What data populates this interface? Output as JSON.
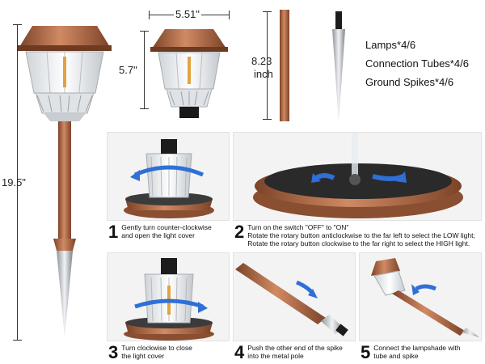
{
  "dimensions": {
    "height_total": "19.5\"",
    "width_head": "5.51\"",
    "height_head": "5.7\"",
    "tube_length": "8.23",
    "tube_unit": "inch"
  },
  "contents": {
    "lamps": "Lamps*4/6",
    "tubes": "Connection Tubes*4/6",
    "spikes": "Ground Spikes*4/6"
  },
  "steps": [
    {
      "num": "1",
      "text_line1": "Gently turn counter-clockwise",
      "text_line2": "and open the light cover"
    },
    {
      "num": "2",
      "text_line1": "Turn on the switch \"OFF\" to \"ON\"",
      "text_line2": "Rotate the rotary button anticlockwise to the far left to select the LOW light;",
      "text_line3": "Rotate the rotary button clockwise to the far right to select the HIGH light."
    },
    {
      "num": "3",
      "text_line1": "Turn clockwise to close",
      "text_line2": "the light cover"
    },
    {
      "num": "4",
      "text_line1": "Push the other end of the spike",
      "text_line2": "into the metal pole"
    },
    {
      "num": "5",
      "text_line1": "Connect the lampshade with",
      "text_line2": "tube and spike"
    }
  ],
  "colors": {
    "copper": "#b8714c",
    "copper_dark": "#8a4e31",
    "arrow_blue": "#2f6fd6",
    "steel": "#c9ccd0"
  }
}
